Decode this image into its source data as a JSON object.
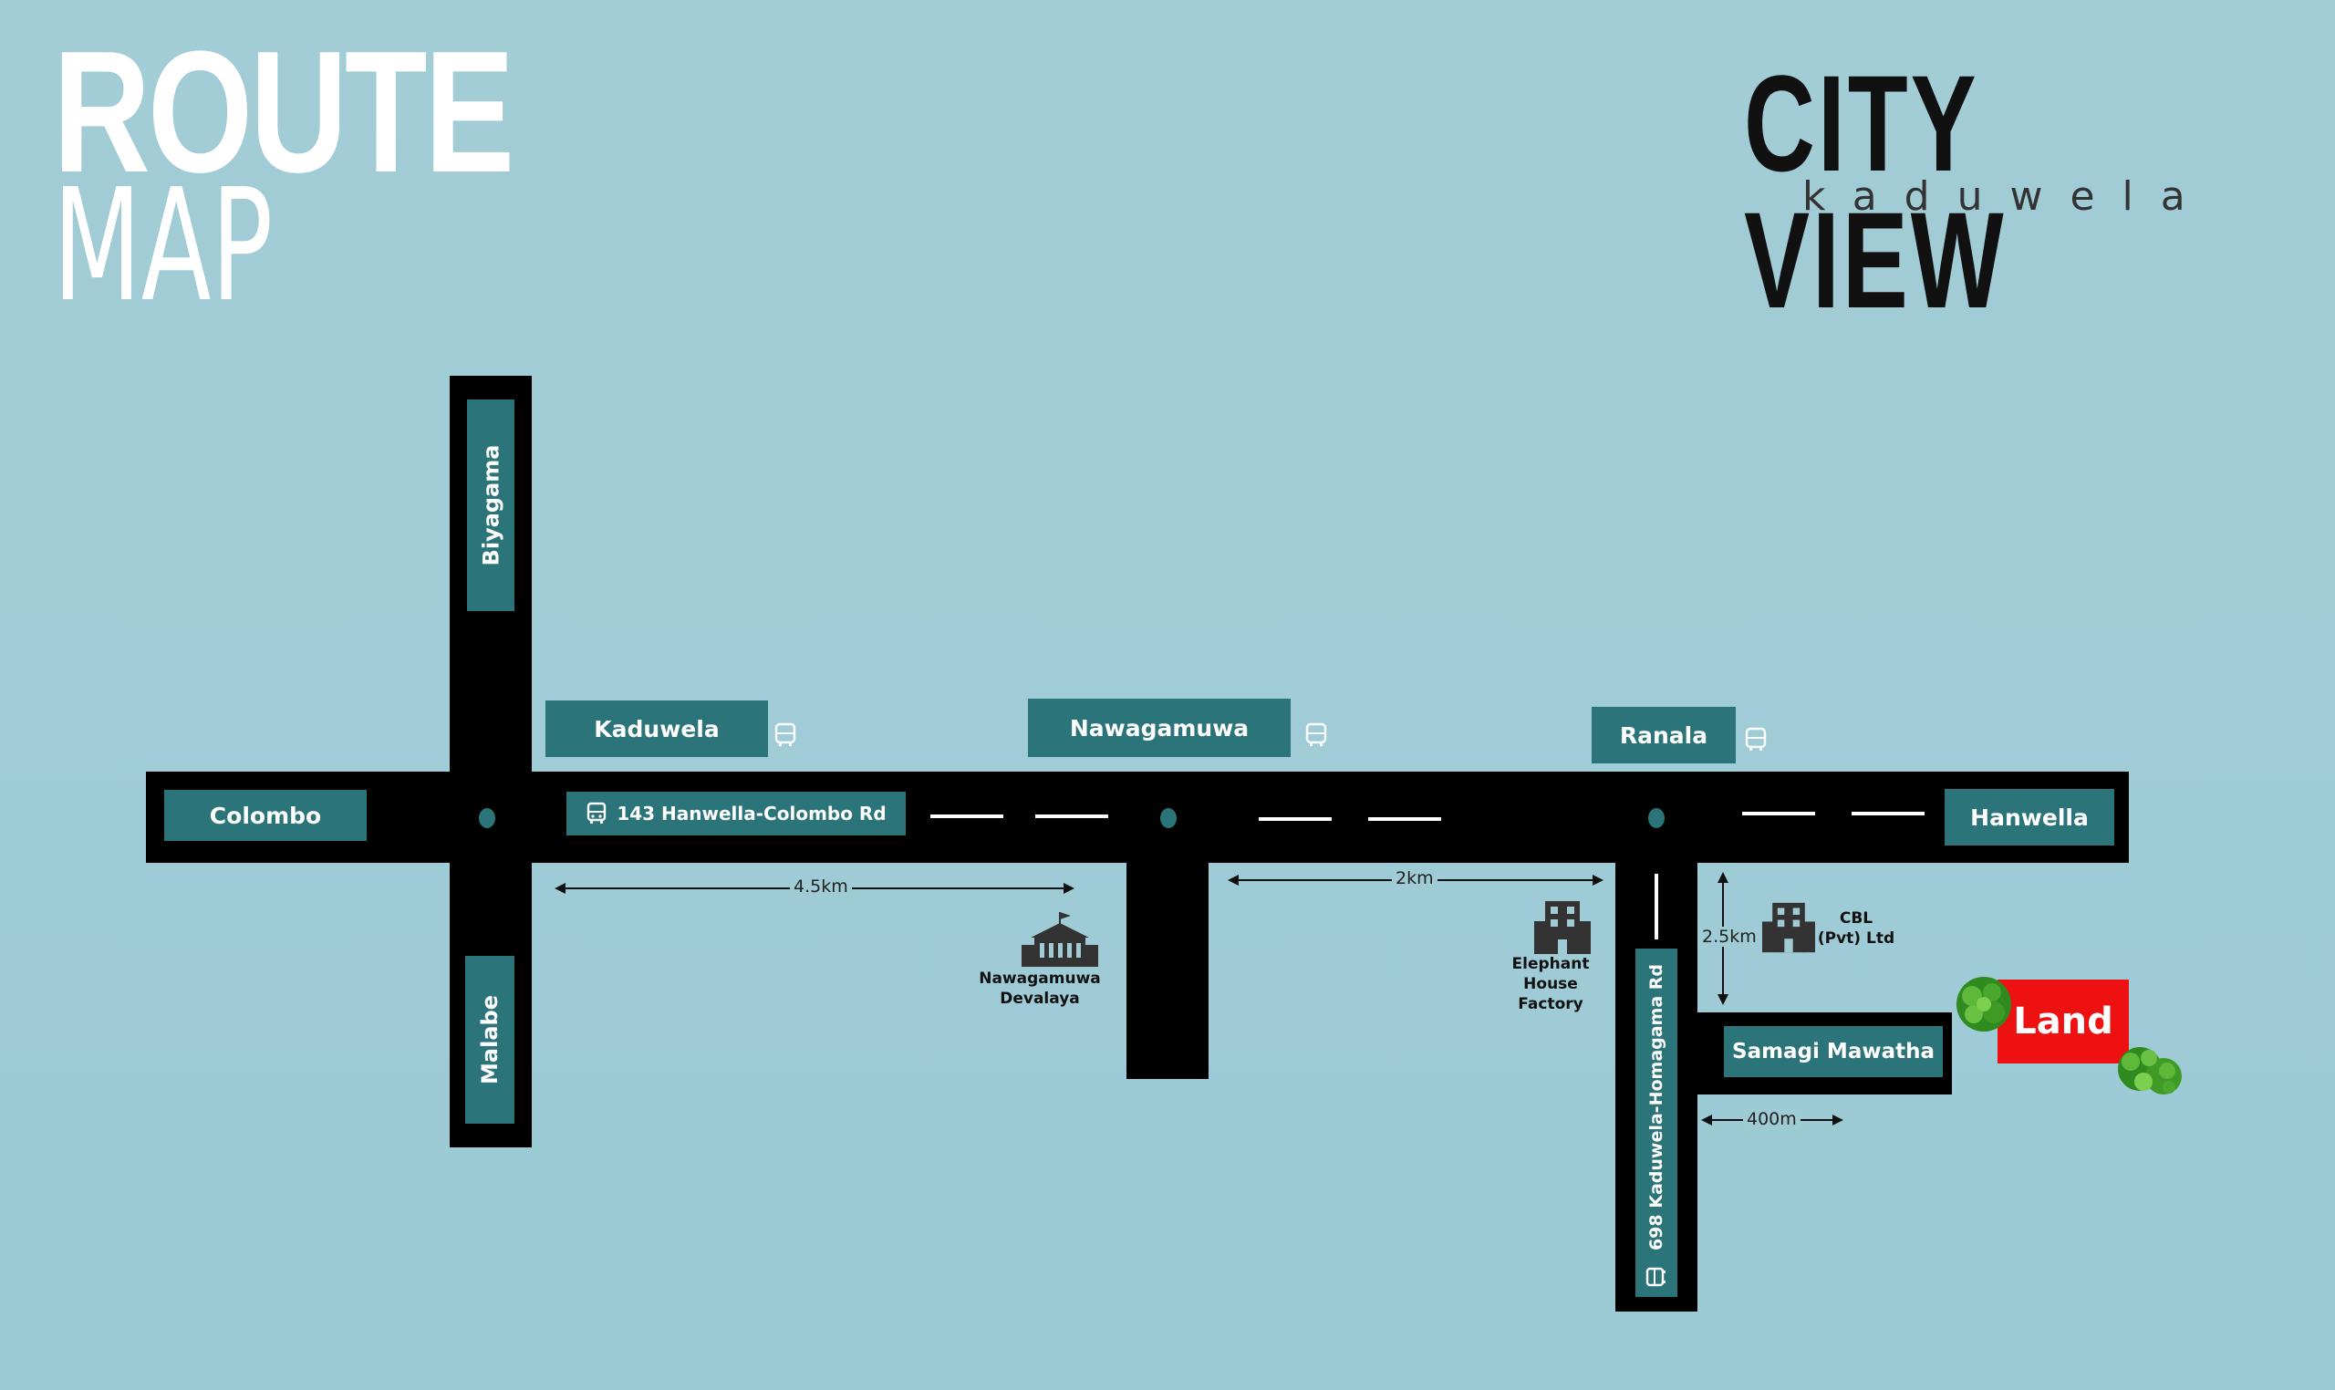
{
  "header": {
    "title_line1": "ROUTE",
    "title_line2": "MAP"
  },
  "brand": {
    "name": "CITY VIEW",
    "subtitle": "kaduwela"
  },
  "places": {
    "biyagama": "Biyagama",
    "malabe": "Malabe",
    "colombo": "Colombo",
    "kaduwela": "Kaduwela",
    "nawagamuwa": "Nawagamuwa",
    "ranala": "Ranala",
    "hanwella": "Hanwella",
    "samagi_mawatha": "Samagi Mawatha"
  },
  "roads": {
    "main_route": "143 Hanwella-Colombo Rd",
    "side_route": "698 Kaduwela-Homagama Rd"
  },
  "distances": {
    "d1": "4.5km",
    "d2": "2km",
    "d3": "2.5km",
    "d4": "400m"
  },
  "pois": {
    "devalaya_line1": "Nawagamuwa",
    "devalaya_line2": "Devalaya",
    "elephant_line1": "Elephant",
    "elephant_line2": "House",
    "elephant_line3": "Factory",
    "cbl_line1": "CBL",
    "cbl_line2": "(Pvt) Ltd"
  },
  "land": {
    "label": "Land"
  },
  "colors": {
    "background": "#9ecbd5",
    "road": "#000000",
    "label_bg": "#2b7479",
    "land": "#ee1111"
  }
}
